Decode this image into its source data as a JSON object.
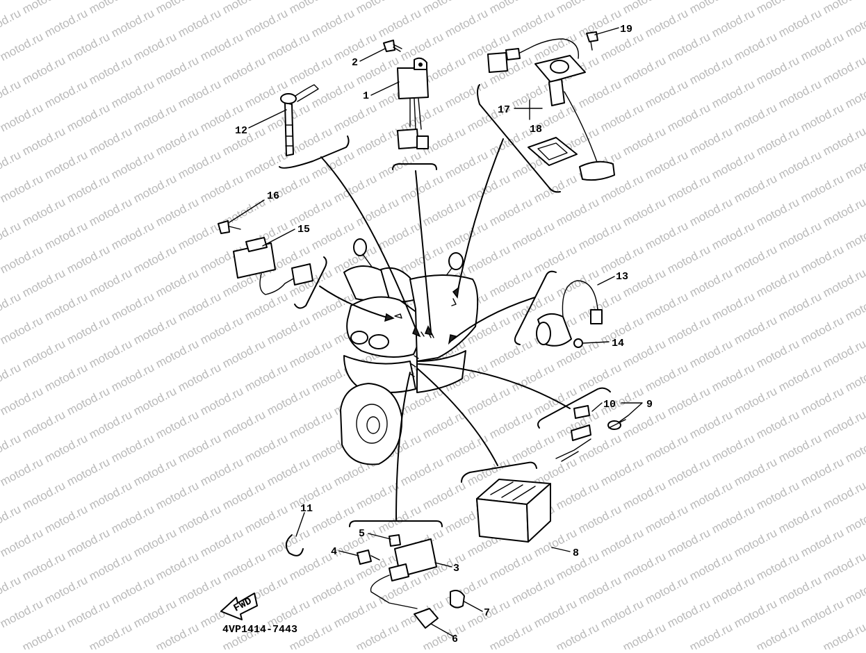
{
  "watermark": "motod.ru",
  "diagram_code": "4VP1414-7443",
  "fwd_label": "FWD",
  "callouts": [
    {
      "id": "c1",
      "label": "1"
    },
    {
      "id": "c2",
      "label": "2"
    },
    {
      "id": "c3",
      "label": "3"
    },
    {
      "id": "c4",
      "label": "4"
    },
    {
      "id": "c5",
      "label": "5"
    },
    {
      "id": "c6",
      "label": "6"
    },
    {
      "id": "c7",
      "label": "7"
    },
    {
      "id": "c8",
      "label": "8"
    },
    {
      "id": "c9",
      "label": "9"
    },
    {
      "id": "c10",
      "label": "10"
    },
    {
      "id": "c11",
      "label": "11"
    },
    {
      "id": "c12",
      "label": "12"
    },
    {
      "id": "c13",
      "label": "13"
    },
    {
      "id": "c14",
      "label": "14"
    },
    {
      "id": "c15",
      "label": "15"
    },
    {
      "id": "c16",
      "label": "16"
    },
    {
      "id": "c17",
      "label": "17"
    },
    {
      "id": "c18",
      "label": "18"
    },
    {
      "id": "c19",
      "label": "19"
    }
  ]
}
